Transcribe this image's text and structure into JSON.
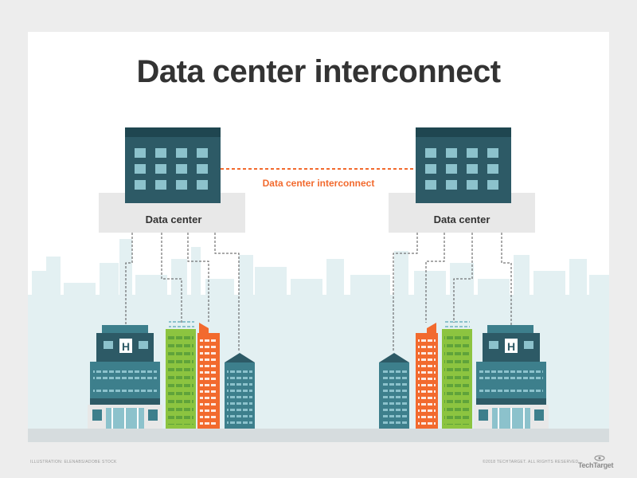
{
  "title": "Data center interconnect",
  "interconnect_label": "Data center interconnect",
  "data_centers": [
    {
      "label": "Data center"
    },
    {
      "label": "Data center"
    }
  ],
  "hospital_sign": "H",
  "footer": {
    "credit": "ILLUSTRATION: ELENABS/ADOBE STOCK",
    "copyright": "©2018 TECHTARGET. ALL RIGHTS RESERVED",
    "brand": "TechTarget"
  },
  "colors": {
    "title": "#333333",
    "dark_teal": "#2d5a66",
    "teal": "#3d7f8c",
    "window": "#8cc2cc",
    "platform": "#e8e8e8",
    "interconnect": "#f26a2e",
    "green": "#8cc440",
    "orange": "#f26a2e",
    "skyline": "#e3f0f2"
  }
}
